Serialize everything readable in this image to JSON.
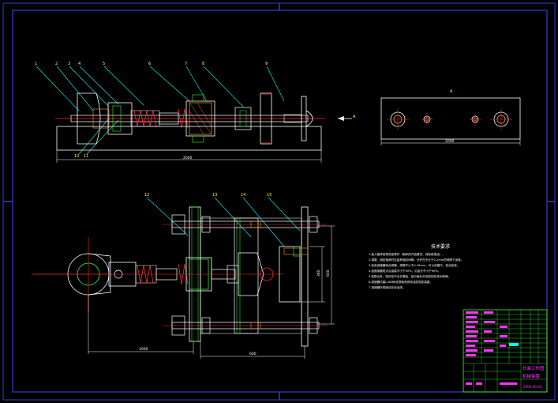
{
  "colors": {
    "background": "#000000",
    "frame": "#3a3ad0",
    "outline": "#ffffff",
    "yellow": "#ffff33",
    "cyan": "#00ffff",
    "red": "#ff2a2a",
    "green": "#33ff33",
    "magenta": "#ff33ff",
    "orange": "#ff9933"
  },
  "top_view": {
    "part_numbers": [
      "1",
      "2",
      "3",
      "4",
      "5",
      "6",
      "7",
      "8",
      "9"
    ],
    "lower_numbers": [
      "10",
      "11"
    ],
    "dimension_label": "2000",
    "arrow_label": "A"
  },
  "side_view": {
    "label": "A",
    "dimension_label": "2000"
  },
  "bottom_view": {
    "part_numbers": [
      "12",
      "13",
      "14",
      "15"
    ],
    "dim_width": "1000",
    "dim_mid": "600",
    "dim_height_small": "360",
    "dim_height_large": "600"
  },
  "notes": {
    "title": "技术要求",
    "lines": [
      "1.装入箱体前清洗各零件（轴承用汽油清洗、其他用煤油），",
      "2.调整、固定轴承时应留有轴向间隙，允许在不大于0.1mm的间隙下运转。",
      "3.检查减速器啮合侧隙，侧隙不小于0.16mm，可以用塞尺、铅丝检查。",
      "4.齿面接触斑点沿齿高不小于40%，沿齿长不小于50%。",
      "5.各配合处、密封处不允许漏油，剖分面允许涂密封胶或水玻璃。",
      "6.减速器内装L-AN68全损耗系统用油至规定高度。",
      "7.减速器外表面涂灰色油漆。"
    ]
  },
  "title_block": {
    "drawing_title": "总装工作图",
    "sub_title": "机械装置",
    "code": "2000-00-00"
  }
}
